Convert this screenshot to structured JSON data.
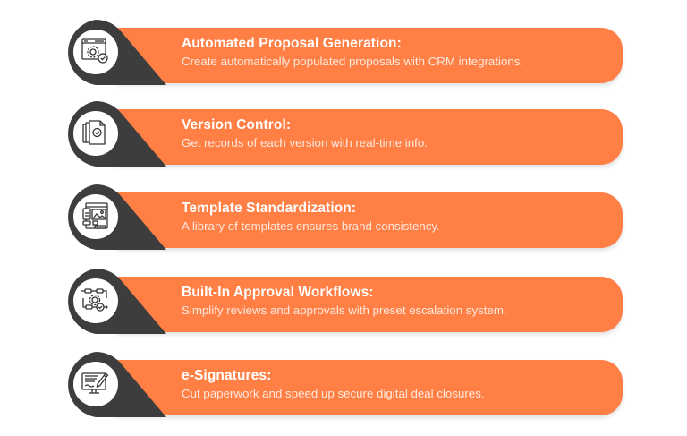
{
  "colors": {
    "pill": "#ff7f45",
    "badge": "#3d3d3d",
    "circle": "#ffffff",
    "title_text": "#ffffff",
    "desc_text": "#fde9de",
    "background": "#ffffff"
  },
  "features": [
    {
      "icon": "automation-gear-window-icon",
      "title": "Automated Proposal Generation:",
      "description": "Create automatically populated proposals with CRM integrations."
    },
    {
      "icon": "document-stack-check-icon",
      "title": "Version Control:",
      "description": "Get records of each version with real-time info."
    },
    {
      "icon": "template-layout-icon",
      "title": "Template Standardization:",
      "description": "A library of templates ensures brand consistency."
    },
    {
      "icon": "workflow-gear-check-icon",
      "title": "Built-In Approval Workflows:",
      "description": "Simplify reviews and approvals with preset escalation system."
    },
    {
      "icon": "monitor-pen-signature-icon",
      "title": "e-Signatures:",
      "description": "Cut paperwork and speed up secure digital deal closures."
    }
  ]
}
